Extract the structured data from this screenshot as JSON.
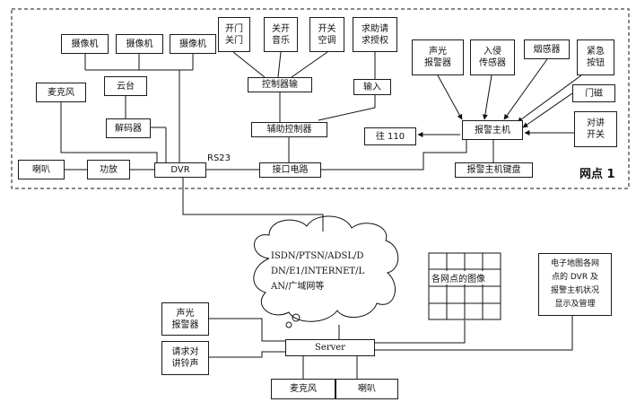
{
  "site": {
    "label": "网点 1"
  },
  "nodes": {
    "camera1": "摄像机",
    "camera2": "摄像机",
    "camera3": "摄像机",
    "mic_site": "麦克风",
    "ptz": "云台",
    "decoder": "解码器",
    "speaker_site": "喇叭",
    "amplifier": "功放",
    "dvr": "DVR",
    "door": "开门\n关门",
    "music": "关开\n音乐",
    "ac": "开关\n空调",
    "assist_request": "求助请\n求授权",
    "controller_out": "控制器输",
    "input": "输入",
    "aux_controller": "辅助控制器",
    "interface_circuit": "接口电路",
    "sound_light_alarm": "声光\n报警器",
    "intrusion_sensor": "入侵\n传感器",
    "smoke_detector": "烟感器",
    "emergency_button": "紧急\n按钮",
    "door_magnet": "门磁",
    "intercom_switch": "对讲\n开关",
    "call_110": "往 110",
    "alarm_host": "报警主机",
    "alarm_keyboard": "报警主机键盘",
    "network": "ISDN/PTSN/ADSL/D\nDN/E1/INTERNET/L\nAN/广域网等",
    "image_grid": "各网点的图像",
    "emap": "电子地图各网\n点的 DVR 及\n报警主机状况\n显示及管理",
    "server_alarm": "声光\n报警器",
    "intercom_bell": "请求对\n讲铃声",
    "server": "Server",
    "mic_center": "麦克风",
    "speaker_center": "喇叭"
  },
  "link_labels": {
    "rs23": "RS23"
  }
}
